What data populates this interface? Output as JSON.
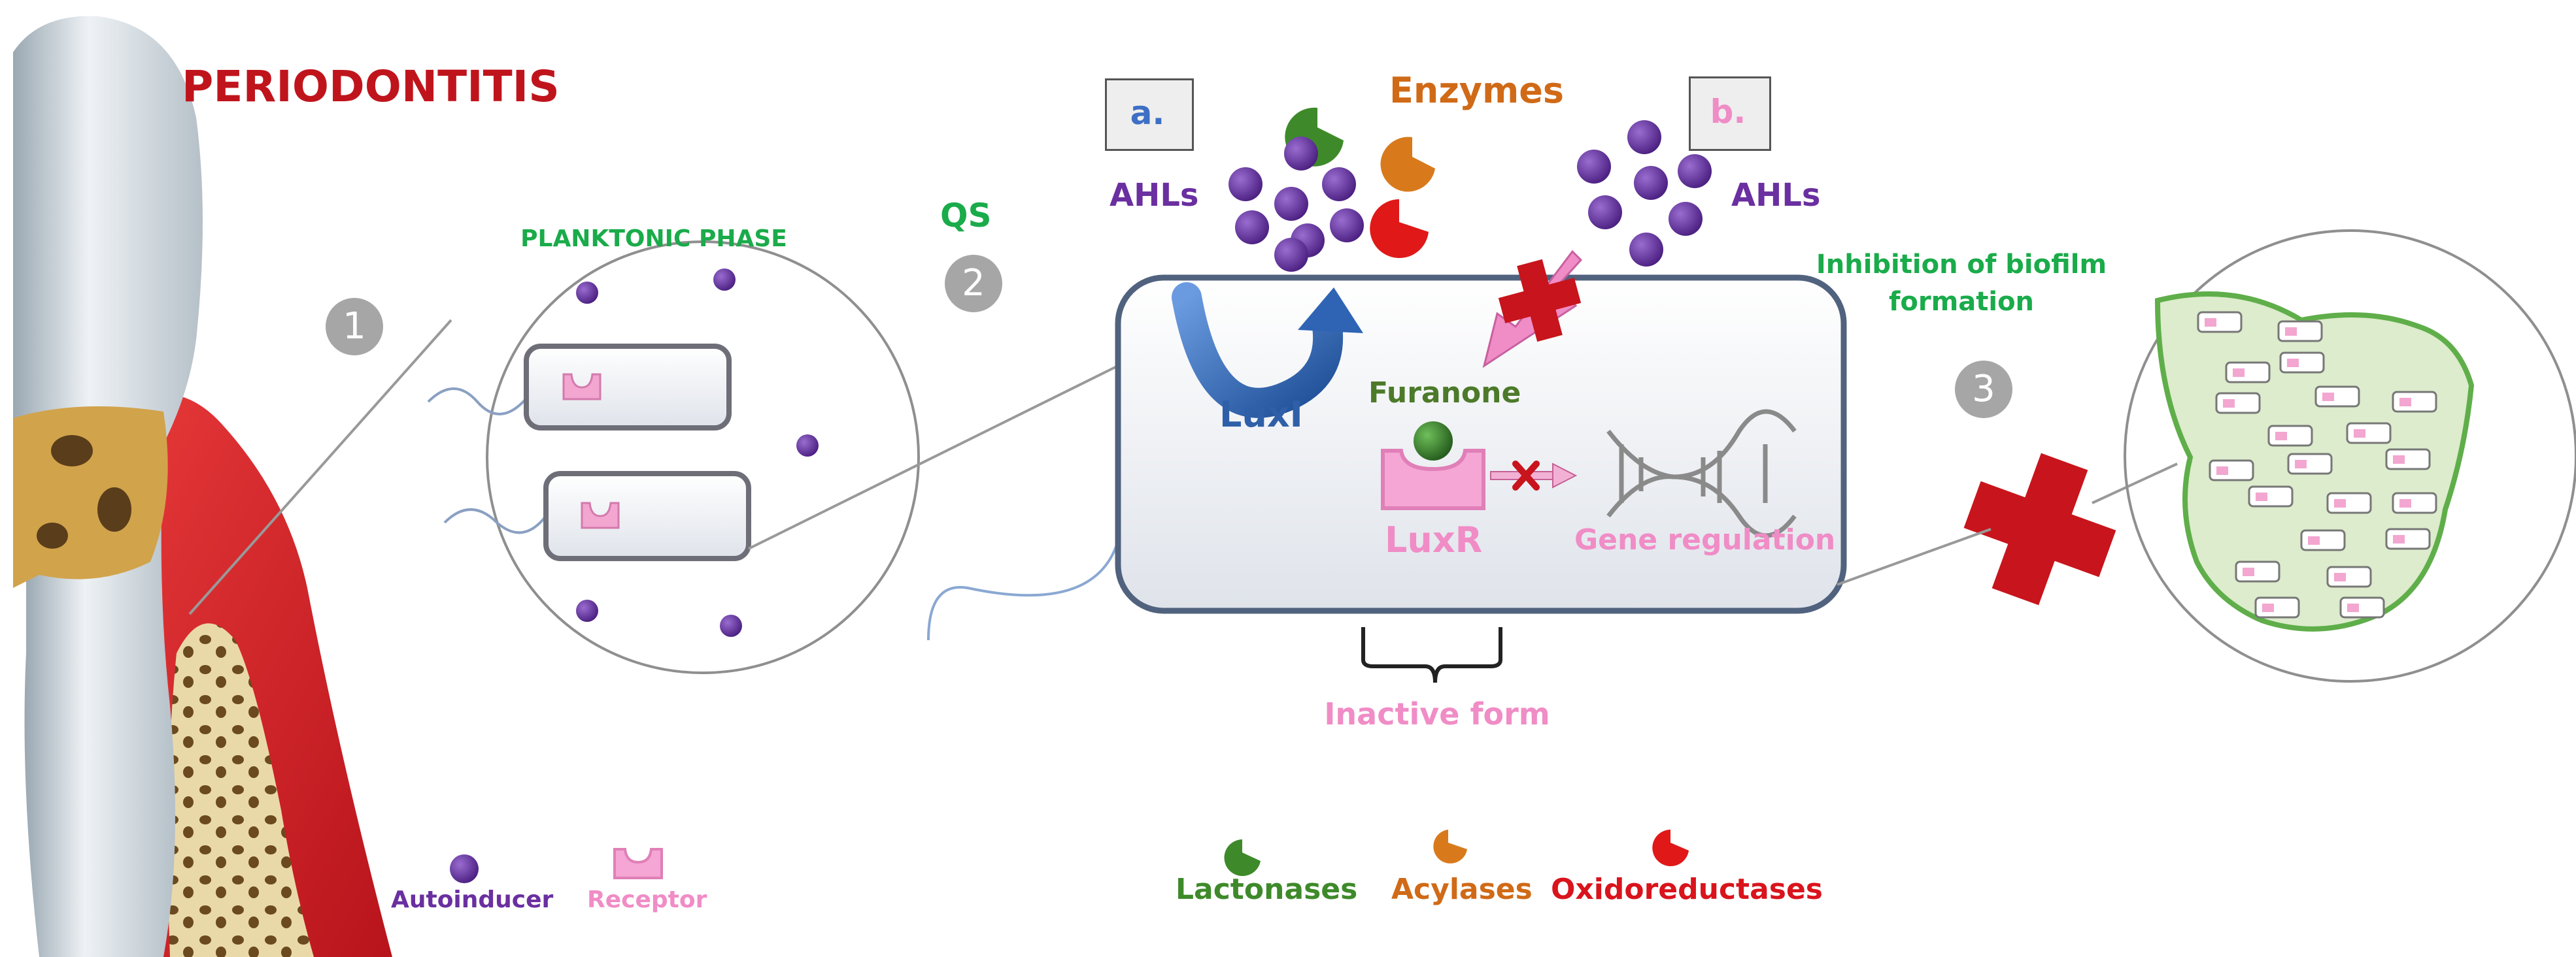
{
  "title": "PERIODONTITIS",
  "phase_label": "PLANKTONIC PHASE",
  "qs_label": "QS",
  "steps": [
    "1",
    "2",
    "3"
  ],
  "panel_a": "a.",
  "panel_b": "b.",
  "enzymes_label": "Enzymes",
  "ahls_left": "AHLs",
  "ahls_right": "AHLs",
  "luxi_label": "LuxI",
  "furanone_label": "Furanone",
  "luxr_label": "LuxR",
  "gene_regulation_label": "Gene regulation",
  "inactive_form_label": "Inactive form",
  "inhibition_line1": "Inhibition of biofilm",
  "inhibition_line2": "formation",
  "legend": {
    "autoinducer": "Autoinducer",
    "receptor": "Receptor",
    "lactonases": "Lactonases",
    "acylases": "Acylases",
    "oxidoreductases": "Oxidoreductases"
  },
  "colors": {
    "title": "#c0141c",
    "green_label": "#1aab4a",
    "purple": "#6a2fa0",
    "pink": "#f08cc6",
    "olive": "#4d7a2a",
    "orange": "#d06a17",
    "red": "#d9141c",
    "blue": "#2f5fa8",
    "lactonase": "#3e8a2a",
    "acylase": "#d87a1c",
    "oxidoreductase": "#e01818"
  }
}
